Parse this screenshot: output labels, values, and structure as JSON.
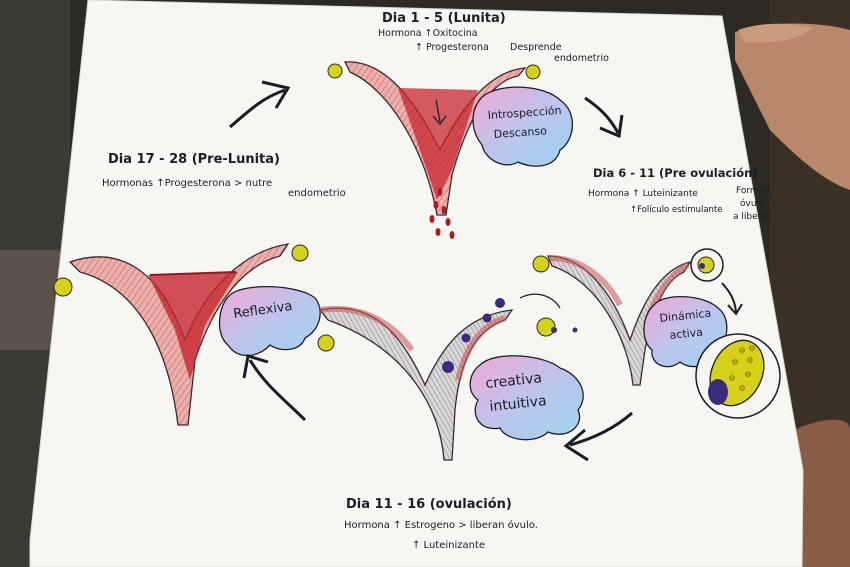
{
  "phases": {
    "menstrual": {
      "title": "Dia 1 - 5  (Lunita)",
      "hormone_line": "Hormona ↑Oxitocina",
      "progesterone_line": "↑ Progesterona",
      "effect_line_1": "Desprende",
      "effect_line_2": "endometrio",
      "bubble_line_1": "Introspección",
      "bubble_line_2": "Descanso"
    },
    "pre_ovulation": {
      "title": "Dia 6 - 11  (Pre ovulación)",
      "hormone_line": "Hormona ↑ Luteinizante",
      "hormone_line_2": "↑Folículo estimulante",
      "effect_line_1": "Forman",
      "effect_line_2": "óvulo",
      "effect_line_3": "a liberar",
      "bubble_line_1": "Dinámica",
      "bubble_line_2": "activa"
    },
    "ovulation": {
      "title": "Dia  11 - 16  (ovulación)",
      "hormone_line": "Hormona ↑ Estrogeno > liberan óvulo.",
      "hormone_line_2": "↑ Luteinizante",
      "bubble_line_1": "creativa",
      "bubble_line_2": "intuitiva"
    },
    "pre_menstrual": {
      "title": "Dia 17 - 28  (Pre-Lunita)",
      "hormone_line": "Hormonas ↑Progesterona > nutre",
      "effect_line_2": "endometrio",
      "bubble_line_1": "Reflexiva"
    }
  },
  "colors": {
    "paper": "#f7f7f4",
    "ink": "#1c1c26",
    "uterus_pink": "#e9a7a3",
    "uterus_red": "#c7262e",
    "ovary_yellow": "#d6d21a",
    "egg_purple": "#3a2a7a",
    "bubble_pink": "#f1a8d6",
    "bubble_blue": "#9ed6ee"
  },
  "icons": [
    "uterus-diagram",
    "ovary",
    "egg-cell",
    "curved-arrow",
    "blood-drops"
  ]
}
